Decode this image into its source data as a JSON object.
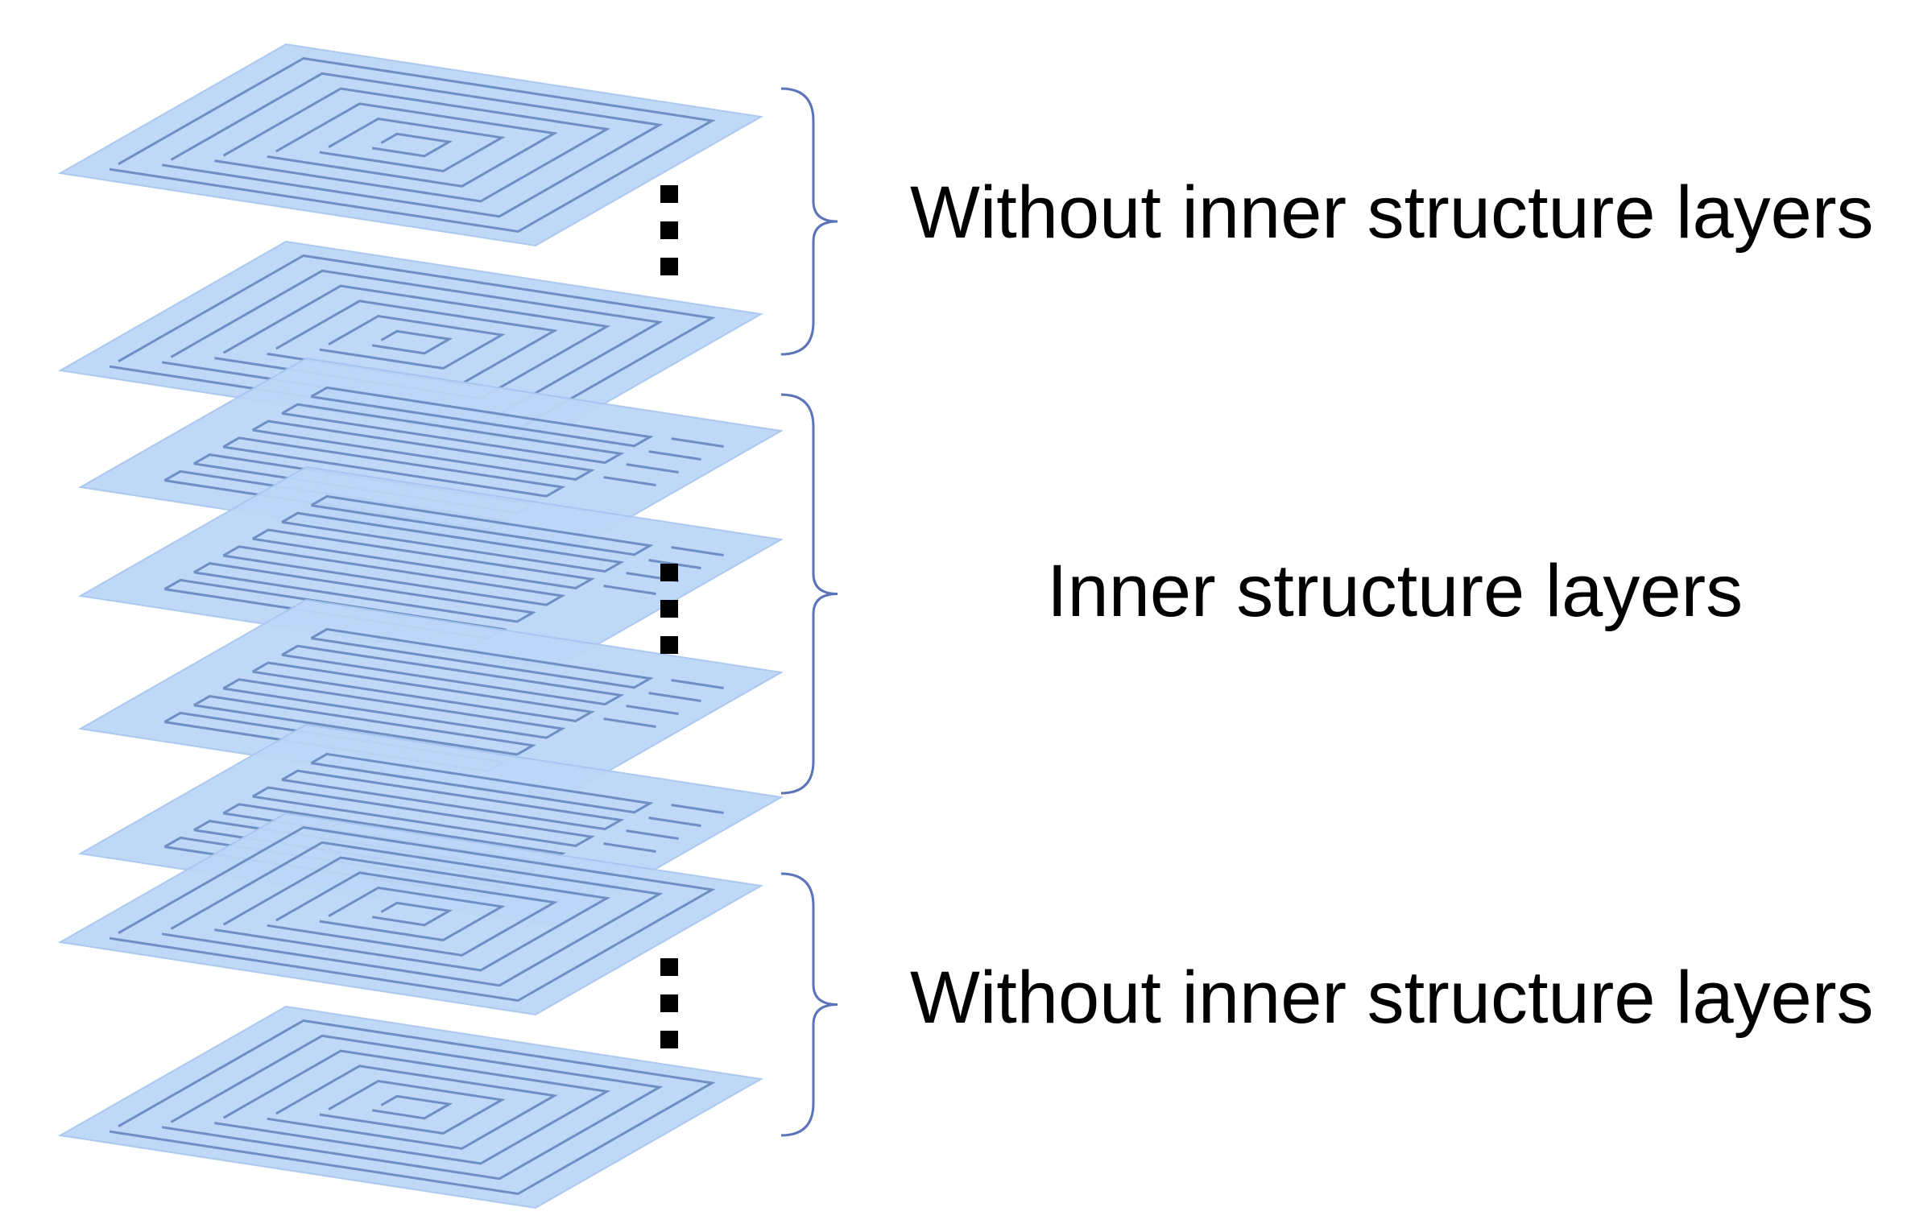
{
  "colors": {
    "layer_fill": "#bcd6f7",
    "layer_edge": "#a7c6ef",
    "trace": "#6f8fc4",
    "brace": "#5b73b8",
    "dots": "#000000"
  },
  "groups": [
    {
      "id": "top",
      "label": "Without inner structure layers",
      "layer_pattern": "square-spiral"
    },
    {
      "id": "middle",
      "label": "Inner structure layers",
      "layer_pattern": "meander"
    },
    {
      "id": "bottom",
      "label": "Without inner structure layers",
      "layer_pattern": "square-spiral"
    }
  ]
}
